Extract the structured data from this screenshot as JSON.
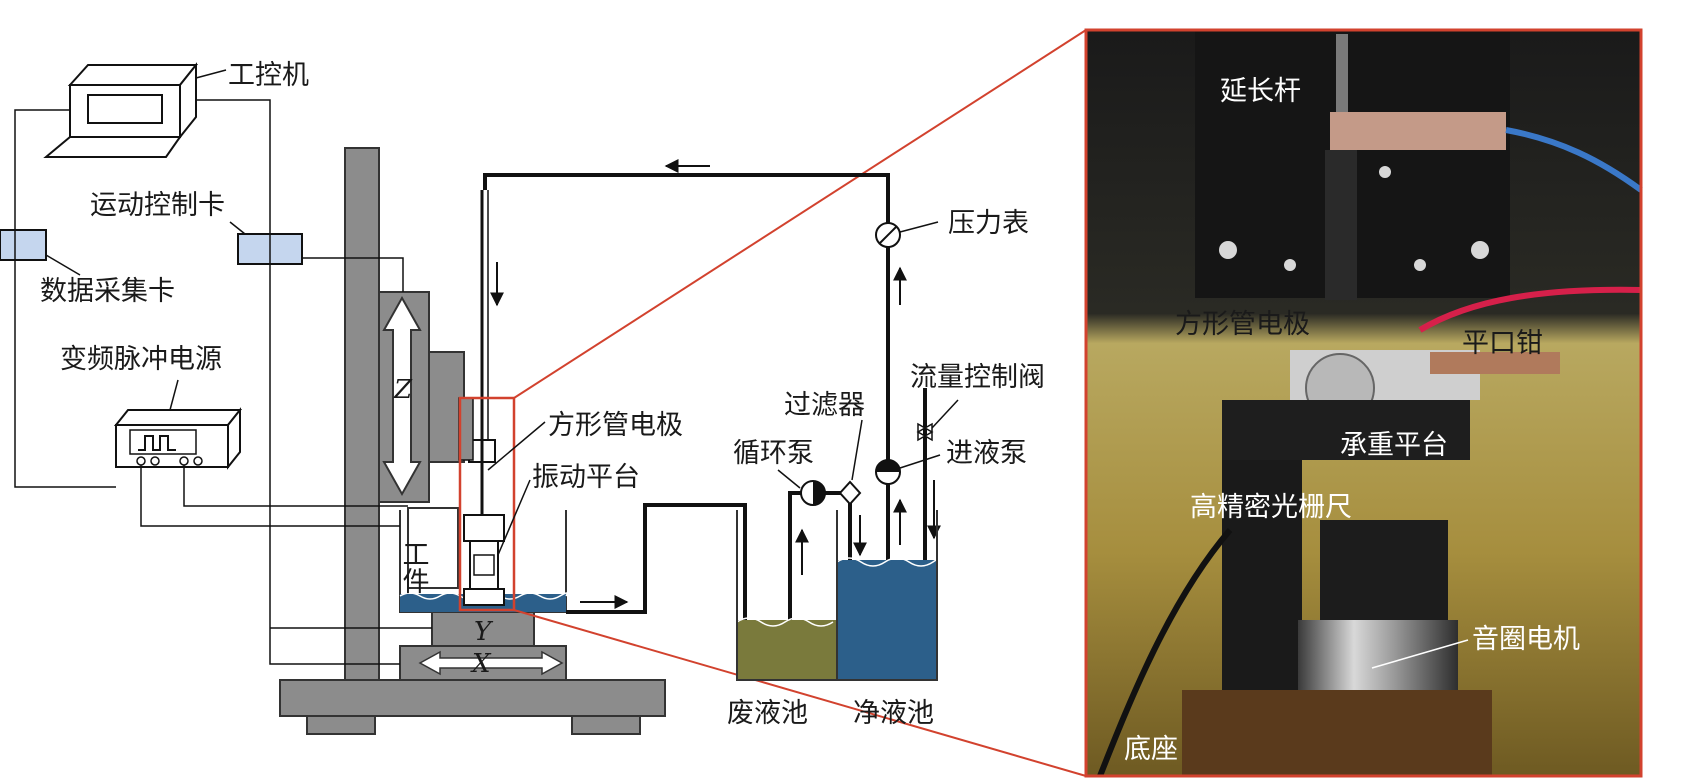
{
  "labels": {
    "ipc": "工控机",
    "motion_card": "运动控制卡",
    "daq_card": "数据采集卡",
    "pulse_power": "变频脉冲电源",
    "electrode": "方形管电极",
    "vibration_platform": "振动平台",
    "workpiece": "工件",
    "circulation_pump": "循环泵",
    "filter": "过滤器",
    "flow_valve": "流量控制阀",
    "pressure_gauge": "压力表",
    "feed_pump": "进液泵",
    "waste_tank": "废液池",
    "clean_tank": "净液池",
    "axis_z": "Z",
    "axis_y": "Y",
    "axis_x": "X"
  },
  "photo_labels": {
    "extension_rod": "延长杆",
    "electrode": "方形管电极",
    "flat_clamp": "平口钳",
    "load_platform": "承重平台",
    "grating_scale": "高精密光栅尺",
    "voice_coil_motor": "音圈电机",
    "base": "底座"
  },
  "colors": {
    "machine_gray": "#8c8c8c",
    "card_blue": "#c5d6ee",
    "water_blue": "#2c5f8a",
    "waste_olive": "#7a7a3c",
    "zoom_red": "#d2422e"
  }
}
